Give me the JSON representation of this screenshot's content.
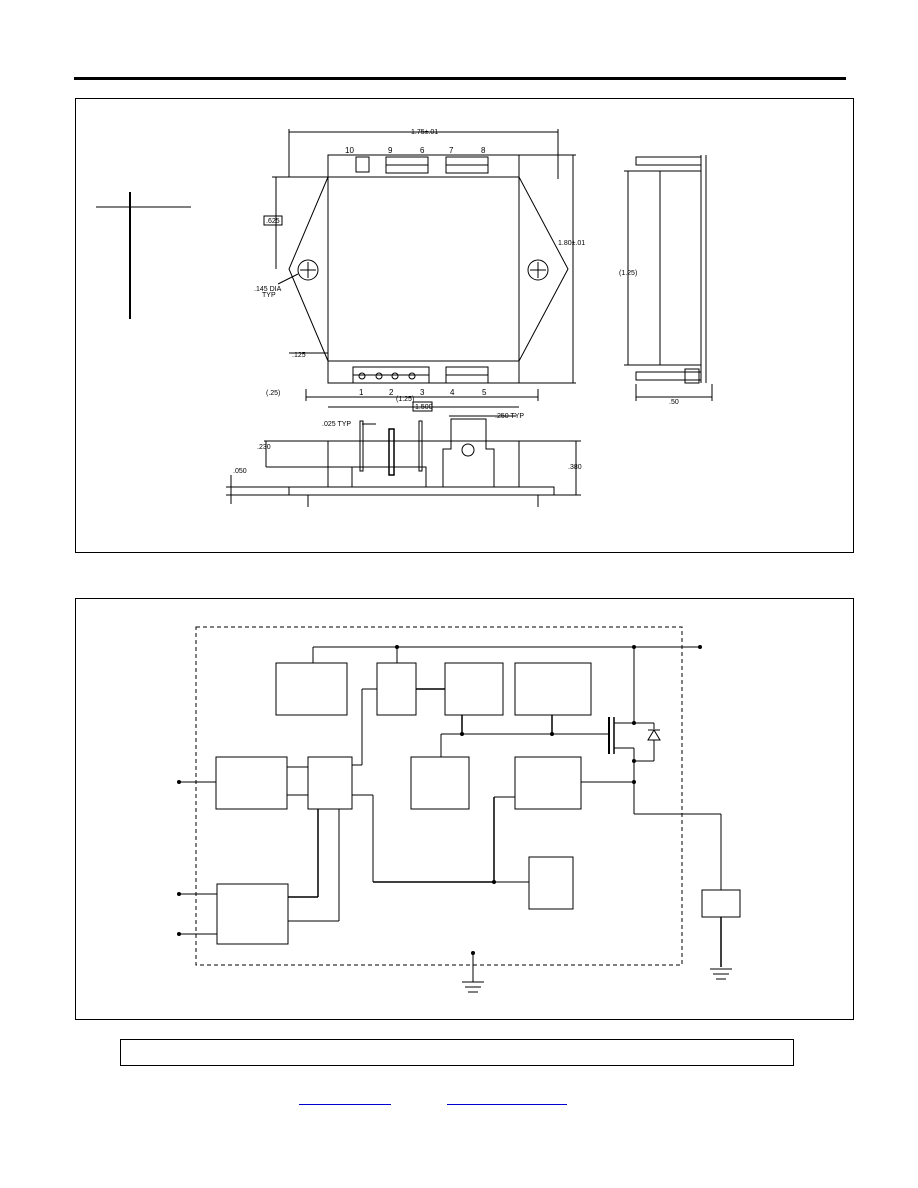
{
  "mechanical": {
    "dims": {
      "width": "1.75±.01",
      "height": "1.80±.01",
      "left_step": ".625",
      "hole": ".145 DIA",
      "hole_typ": "TYP",
      "edge_offset": ".125",
      "bottom_offset": "(.25)",
      "pin_span": "(1.25)",
      "boxed_dim": "1.500",
      "side_height": "(1.25)",
      "side_depth": ".50",
      "pin_pitch": ".025 TYP",
      "tab_width": ".250 TYP",
      "pin_height": ".230",
      "base_thickness": ".050",
      "overall_height": ".380"
    },
    "pins": {
      "top": [
        "10",
        "9",
        "6",
        "7",
        "8"
      ],
      "bottom": [
        "1",
        "2",
        "3",
        "4",
        "5"
      ]
    }
  },
  "footer": {
    "link_1": "",
    "link_2": ""
  }
}
